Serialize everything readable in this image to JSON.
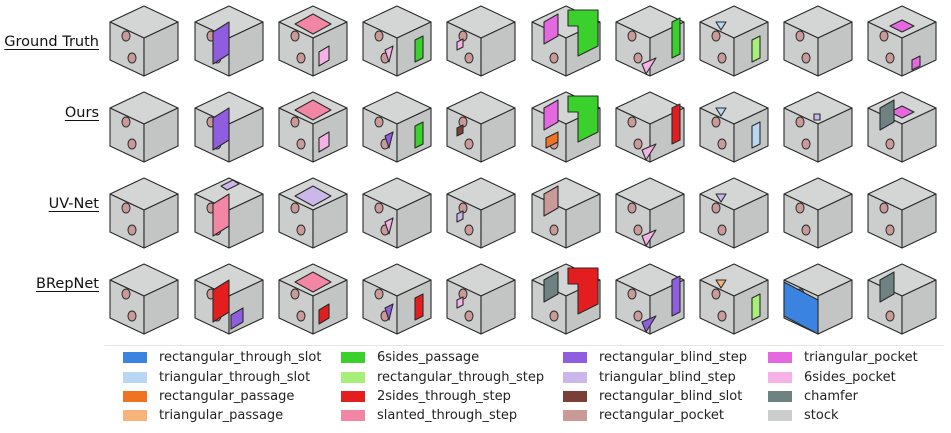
{
  "rows": [
    "Ground Truth",
    "Ours",
    "UV-Net",
    "BRepNet"
  ],
  "legend": [
    {
      "label": "rectangular_through_slot",
      "color": "#3b83e0"
    },
    {
      "label": "triangular_through_slot",
      "color": "#b9d7f3"
    },
    {
      "label": "rectangular_passage",
      "color": "#f07321"
    },
    {
      "label": "triangular_passage",
      "color": "#f6b37a"
    },
    {
      "label": "6sides_passage",
      "color": "#3ad12c"
    },
    {
      "label": "rectangular_through_step",
      "color": "#a7ee7a"
    },
    {
      "label": "2sides_through_step",
      "color": "#e41e1e"
    },
    {
      "label": "slanted_through_step",
      "color": "#f286a5"
    },
    {
      "label": "rectangular_blind_step",
      "color": "#8f5de0"
    },
    {
      "label": "triangular_blind_step",
      "color": "#cbb7ea"
    },
    {
      "label": "rectangular_blind_slot",
      "color": "#7a4037"
    },
    {
      "label": "rectangular_pocket",
      "color": "#c99a98"
    },
    {
      "label": "triangular_pocket",
      "color": "#e469e0"
    },
    {
      "label": "6sides_pocket",
      "color": "#f6b2e7"
    },
    {
      "label": "chamfer",
      "color": "#6f8282"
    },
    {
      "label": "stock",
      "color": "#cbcecd"
    }
  ]
}
